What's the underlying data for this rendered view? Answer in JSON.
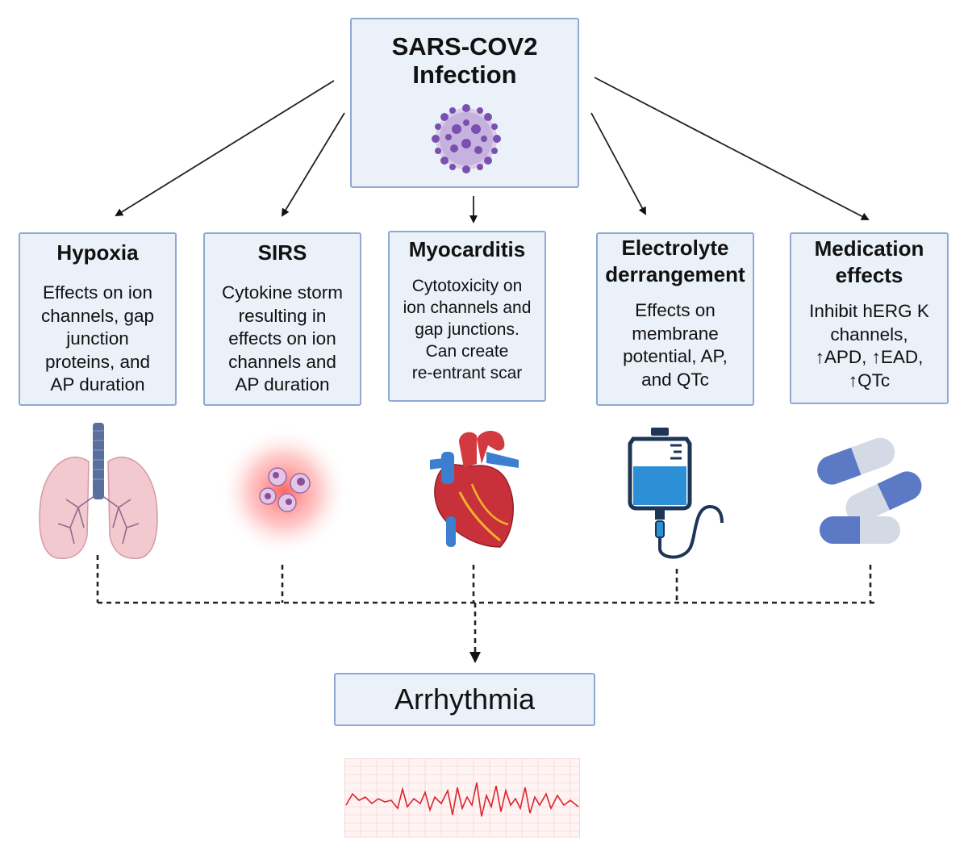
{
  "top": {
    "line1": "SARS-COV2",
    "line2": "Infection"
  },
  "cards": [
    {
      "title_lines": [
        "Hypoxia"
      ],
      "body_lines": [
        "Effects on ion",
        "channels, gap",
        "junction",
        "proteins, and",
        "AP duration"
      ]
    },
    {
      "title_lines": [
        "SIRS"
      ],
      "body_lines": [
        "Cytokine storm",
        "resulting in",
        "effects on ion",
        "channels and",
        "AP duration"
      ]
    },
    {
      "title_lines": [
        "Myocarditis"
      ],
      "body_lines": [
        "Cytotoxicity on",
        "ion channels and",
        "gap junctions.",
        "Can create",
        "re-entrant scar"
      ]
    },
    {
      "title_lines": [
        "Electrolyte",
        "derrangement"
      ],
      "body_lines": [
        "Effects on",
        "membrane",
        "potential, AP,",
        "and QTc"
      ]
    },
    {
      "title_lines": [
        "Medication",
        "effects"
      ],
      "body_lines": [
        "Inhibit hERG K",
        "channels,",
        "↑APD, ↑EAD,",
        "↑QTc"
      ]
    }
  ],
  "icons": [
    "virus-icon",
    "lungs-icon",
    "immune-cells-icon",
    "heart-icon",
    "iv-bag-icon",
    "pills-icon",
    "ecg-strip-icon"
  ],
  "result": {
    "label": "Arrhythmia"
  },
  "colors": {
    "box_fill": "#eaf1f9",
    "box_border": "#8fa9d3",
    "virus": "#7b4fb0",
    "ecg_line": "#d9262e"
  }
}
